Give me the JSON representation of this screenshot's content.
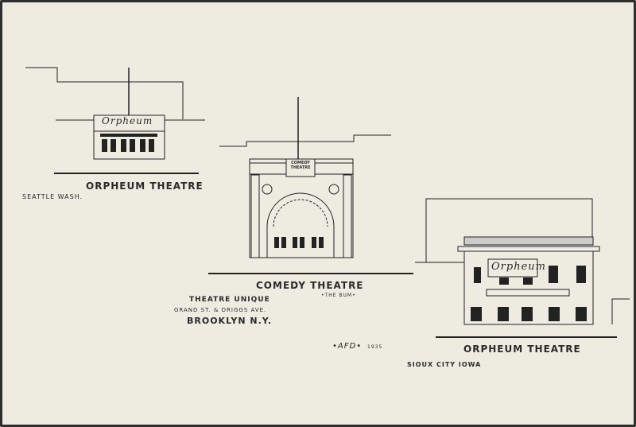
{
  "seattle": {
    "sign": "Orpheum",
    "title": "ORPHEUM THEATRE",
    "location": "SEATTLE WASH."
  },
  "brooklyn": {
    "sign": "COMEDY THEATRE",
    "title": "COMEDY THEATRE",
    "subtitle": "•THE BUM•",
    "name": "THEATRE UNIQUE",
    "address": "GRAND ST. & DRIGGS AVE.",
    "city": "BROOKLYN N.Y."
  },
  "sioux_city": {
    "sign": "Orpheum",
    "title": "ORPHEUM THEATRE",
    "location": "SIOUX CITY IOWA"
  },
  "signature": {
    "initials": "•AFD•",
    "year": "1935"
  }
}
